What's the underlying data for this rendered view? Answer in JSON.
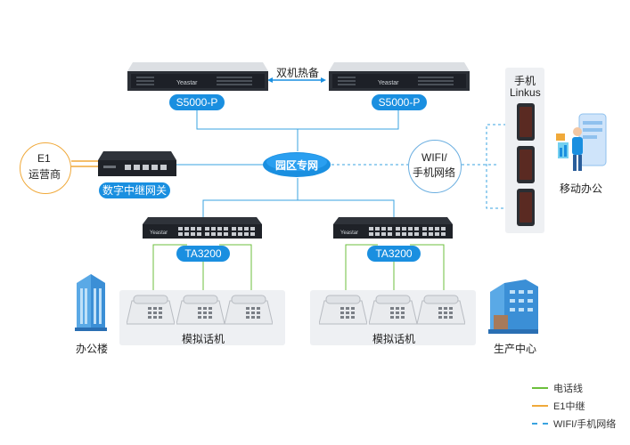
{
  "hot_standby_label": "双机热备",
  "servers": [
    {
      "model_label": "S5000-P"
    },
    {
      "model_label": "S5000-P"
    }
  ],
  "campus_network_label": "园区专网",
  "e1_carrier_label_line1": "E1",
  "e1_carrier_label_line2": "运营商",
  "digital_gateway_label": "数字中继网关",
  "wifi_label_line1": "WIFI/",
  "wifi_label_line2": "手机网络",
  "mobile_panel_title_line1": "手机",
  "mobile_panel_title_line2": "Linkus",
  "mobile_office_label": "移动办公",
  "analog_gateways": [
    {
      "model_label": "TA3200"
    },
    {
      "model_label": "TA3200"
    }
  ],
  "phone_group_labels": [
    "模拟话机",
    "模拟话机"
  ],
  "office_building_label": "办公楼",
  "production_center_label": "生产中心",
  "legend": [
    {
      "label": "电话线",
      "color": "#6cbf3c",
      "style": "solid"
    },
    {
      "label": "E1中继",
      "color": "#f0a93a",
      "style": "solid"
    },
    {
      "label": "WIFI/手机网络",
      "color": "#3aa3e0",
      "style": "dashed"
    }
  ],
  "colors": {
    "accent_blue": "#1a8fe0",
    "line_blue": "#3aa3e0",
    "green": "#6cbf3c",
    "orange": "#f0a93a"
  }
}
